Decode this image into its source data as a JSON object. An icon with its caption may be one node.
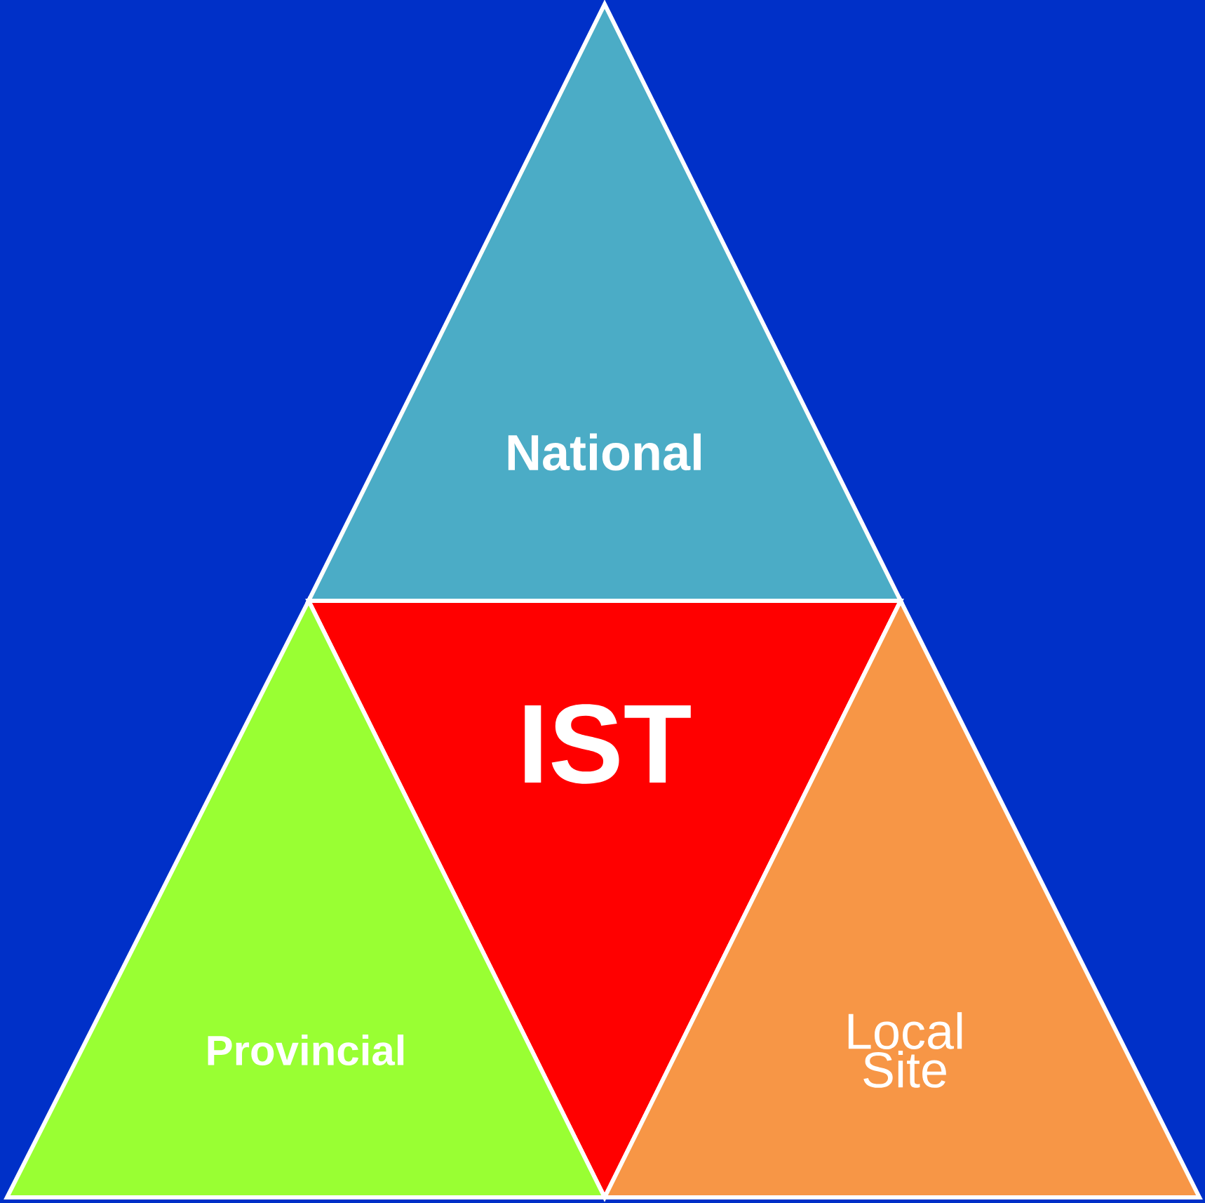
{
  "diagram": {
    "nodes": [
      {
        "text": [
          "National"
        ]
      },
      {
        "text": [
          "IST"
        ]
      },
      {
        "text": [
          "Provincial"
        ]
      },
      {
        "text": [
          "Local Site"
        ]
      }
    ]
  }
}
